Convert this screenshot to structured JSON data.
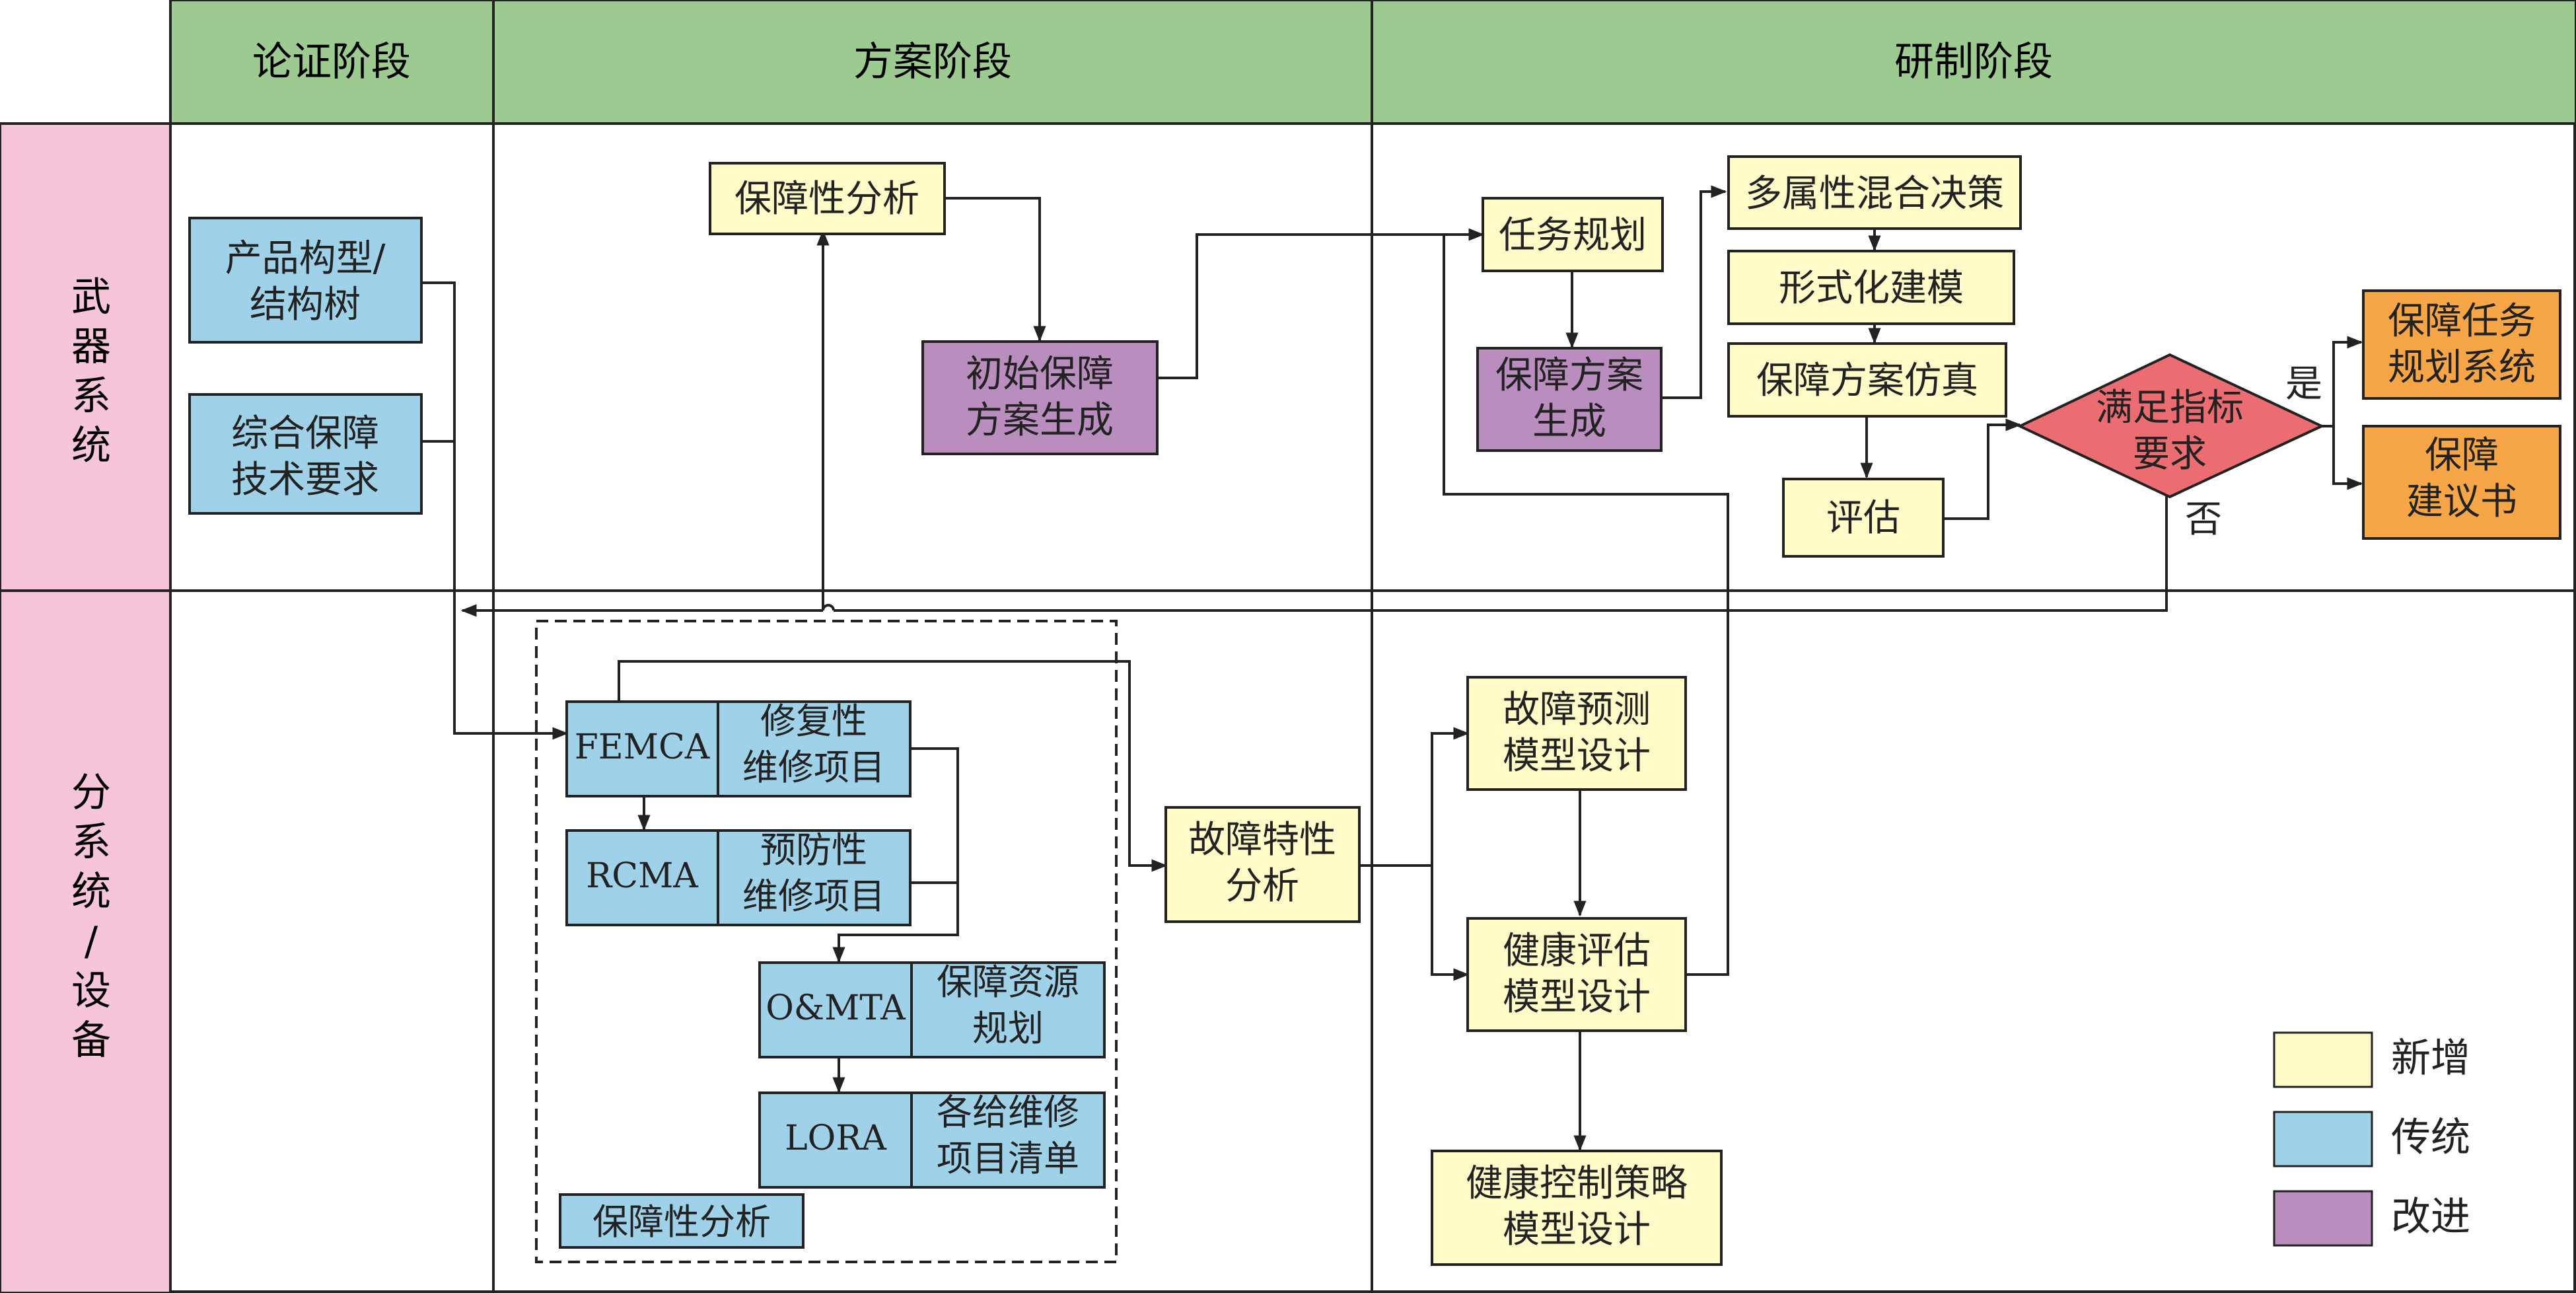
{
  "colors": {
    "header_green": "#9cca91",
    "lane_pink": "#f7c5da",
    "box_new": "#fffbc8",
    "box_traditional": "#9fd1e9",
    "box_improved": "#b98dbd",
    "box_output": "#f6a646",
    "decision_red": "#eb6d72",
    "line": "#222222"
  },
  "phases": {
    "demonstration": "论证阶段",
    "scheme": "方案阶段",
    "development": "研制阶段"
  },
  "lanes": {
    "weapon_system": [
      "武",
      "器",
      "系",
      "统"
    ],
    "subsystem": [
      "分",
      "系",
      "统",
      "/",
      "设",
      "备"
    ]
  },
  "boxes": {
    "product_config": [
      "产品构型/",
      "结构树"
    ],
    "integrated_support": [
      "综合保障",
      "技术要求"
    ],
    "supportability_analysis_top": "保障性分析",
    "initial_scheme": [
      "初始保障",
      "方案生成"
    ],
    "task_planning": "任务规划",
    "scheme_generation": [
      "保障方案",
      "生成"
    ],
    "multi_attr_decision": "多属性混合决策",
    "formal_modeling": "形式化建模",
    "scheme_simulation": "保障方案仿真",
    "evaluation": "评估",
    "decision": [
      "满足指标",
      "要求"
    ],
    "decision_yes": "是",
    "decision_no": "否",
    "output_task_system": [
      "保障任务",
      "规划系统"
    ],
    "output_recommendation": [
      "保障",
      "建议书"
    ],
    "femca": "FEMCA",
    "corrective_items": [
      "修复性",
      "维修项目"
    ],
    "rcma": "RCMA",
    "preventive_items": [
      "预防性",
      "维修项目"
    ],
    "omta": "O&MTA",
    "resource_planning": [
      "保障资源",
      "规划"
    ],
    "lora": "LORA",
    "item_list": [
      "各给维修",
      "项目清单"
    ],
    "supportability_analysis_group": "保障性分析",
    "fault_characteristics": [
      "故障特性",
      "分析"
    ],
    "fault_prediction": [
      "故障预测",
      "模型设计"
    ],
    "health_assessment": [
      "健康评估",
      "模型设计"
    ],
    "health_control": [
      "健康控制策略",
      "模型设计"
    ]
  },
  "legend": {
    "new": "新增",
    "traditional": "传统",
    "improved": "改进"
  }
}
